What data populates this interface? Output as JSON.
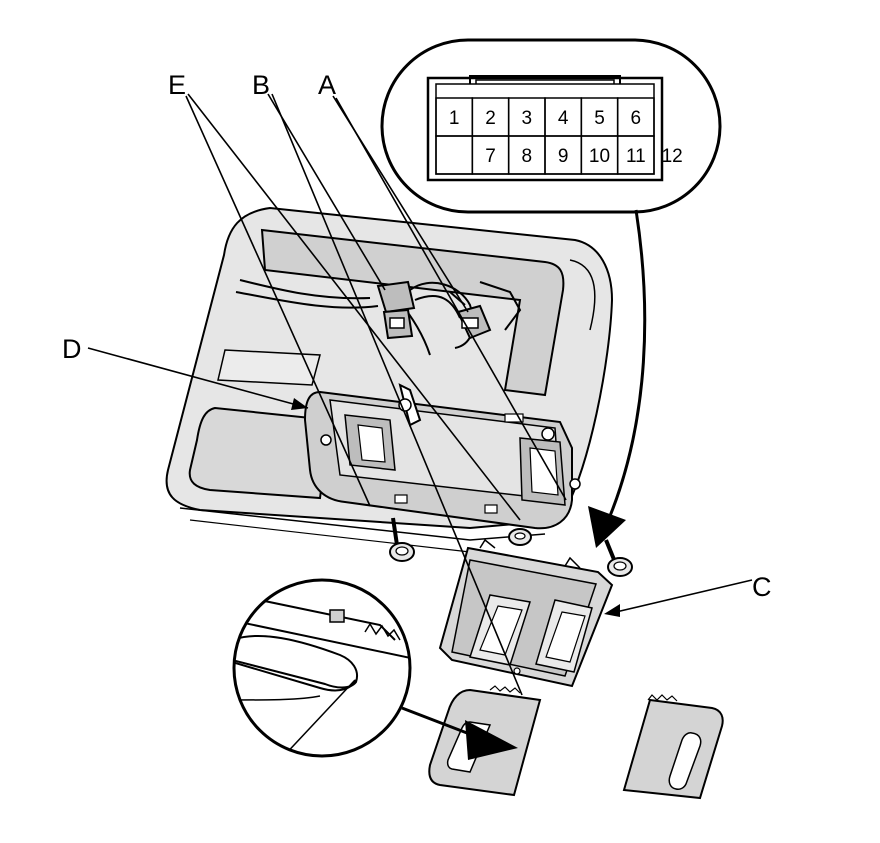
{
  "callouts": {
    "a": "A",
    "b": "B",
    "c": "C",
    "d": "D",
    "e": "E"
  },
  "connector": {
    "top_row": [
      "1",
      "2",
      "3",
      "4",
      "5",
      "6"
    ],
    "bottom_row": [
      "7",
      "8",
      "9",
      "10",
      "11",
      "12"
    ]
  },
  "colors": {
    "line": "#000000",
    "panel_fill": "#d4d4d4",
    "background": "#ffffff"
  }
}
